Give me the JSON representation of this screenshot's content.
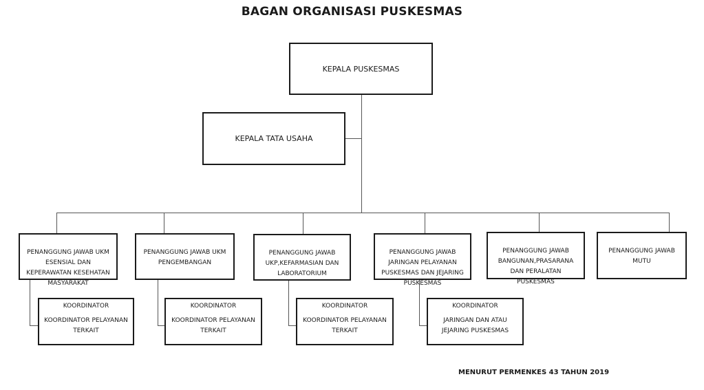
{
  "title": "BAGAN ORGANISASI PUSKESMAS",
  "head": "KEPALA PUSKESMAS",
  "admin": "KEPALA TATA USAHA",
  "units": [
    {
      "label": "PENANGGUNG JAWAB UKM\nESENSIAL DAN\nKEPERAWATAN KESEHATAN\nMASYARAKAT"
    },
    {
      "label": "PENANGGUNG JAWAB UKM\nPENGEMBANGAN"
    },
    {
      "label": "PENANGGUNG JAWAB\nUKP,KEFARMASIAN DAN\nLABORATORIUM"
    },
    {
      "label": "PENANGGUNG JAWAB\nJARINGAN PELAYANAN\nPUSKESMAS DAN JEJARING\nPUSKESMAS"
    },
    {
      "label": "PENANGGUNG JAWAB\nBANGUNAN,PRASARANA\nDAN PERALATAN\nPUSKESMAS"
    },
    {
      "label": "PENANGGUNG JAWAB\nMUTU"
    }
  ],
  "coordinators": [
    {
      "heading": "KOORDINATOR",
      "body": "KOORDINATOR PELAYANAN\nTERKAIT"
    },
    {
      "heading": "KOORDINATOR",
      "body": "KOORDINATOR PELAYANAN\nTERKAIT"
    },
    {
      "heading": "KOORDINATOR",
      "body": "KOORDINATOR PELAYANAN\nTERKAIT"
    },
    {
      "heading": "KOORDINATOR",
      "body": "JARINGAN DAN ATAU\nJEJARING PUSKESMAS"
    }
  ],
  "footer": "MENURUT PERMENKES 43 TAHUN 2019"
}
